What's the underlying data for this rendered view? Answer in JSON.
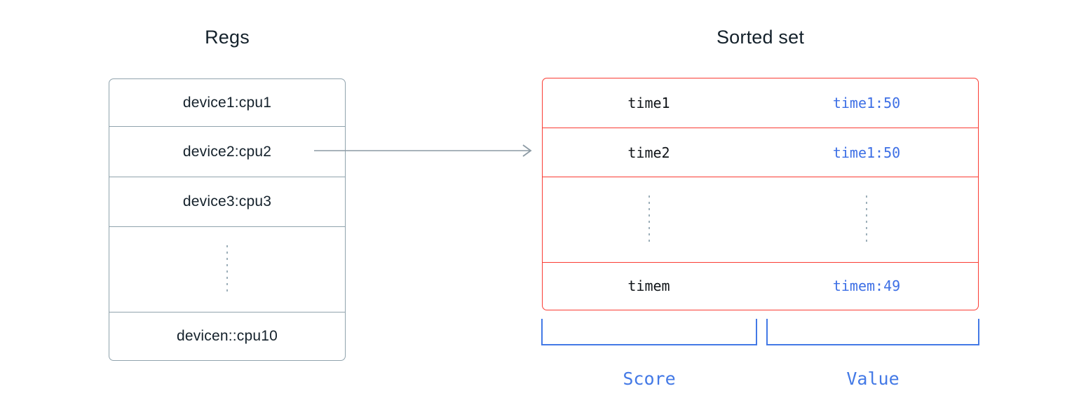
{
  "colors": {
    "title_text": "#14212b",
    "regs_border": "#90a3ad",
    "sorted_set_border": "#fa3c33",
    "value_blue": "#3d6fe5",
    "bracket_blue": "#4379e6",
    "arrow_gray": "#8c9aa4",
    "background": "#ffffff"
  },
  "regs": {
    "title": "Regs",
    "rows": [
      {
        "label": "device1:cpu1",
        "type": "text"
      },
      {
        "label": "device2:cpu2",
        "type": "text"
      },
      {
        "label": "device3:cpu3",
        "type": "text"
      },
      {
        "label": "",
        "type": "ellipsis"
      },
      {
        "label": "devicen::cpu10",
        "type": "text"
      }
    ]
  },
  "sorted_set": {
    "title": "Sorted set",
    "rows": [
      {
        "score": "time1",
        "value": "time1:50",
        "type": "text"
      },
      {
        "score": "time2",
        "value": "time1:50",
        "type": "text"
      },
      {
        "score": "",
        "value": "",
        "type": "ellipsis"
      },
      {
        "score": "timem",
        "value": "timem:49",
        "type": "text"
      }
    ],
    "brackets": {
      "score_label": "Score",
      "value_label": "Value"
    }
  },
  "arrow": {
    "from": "device2:cpu2",
    "to": "sorted-set-table",
    "direction": "right"
  }
}
